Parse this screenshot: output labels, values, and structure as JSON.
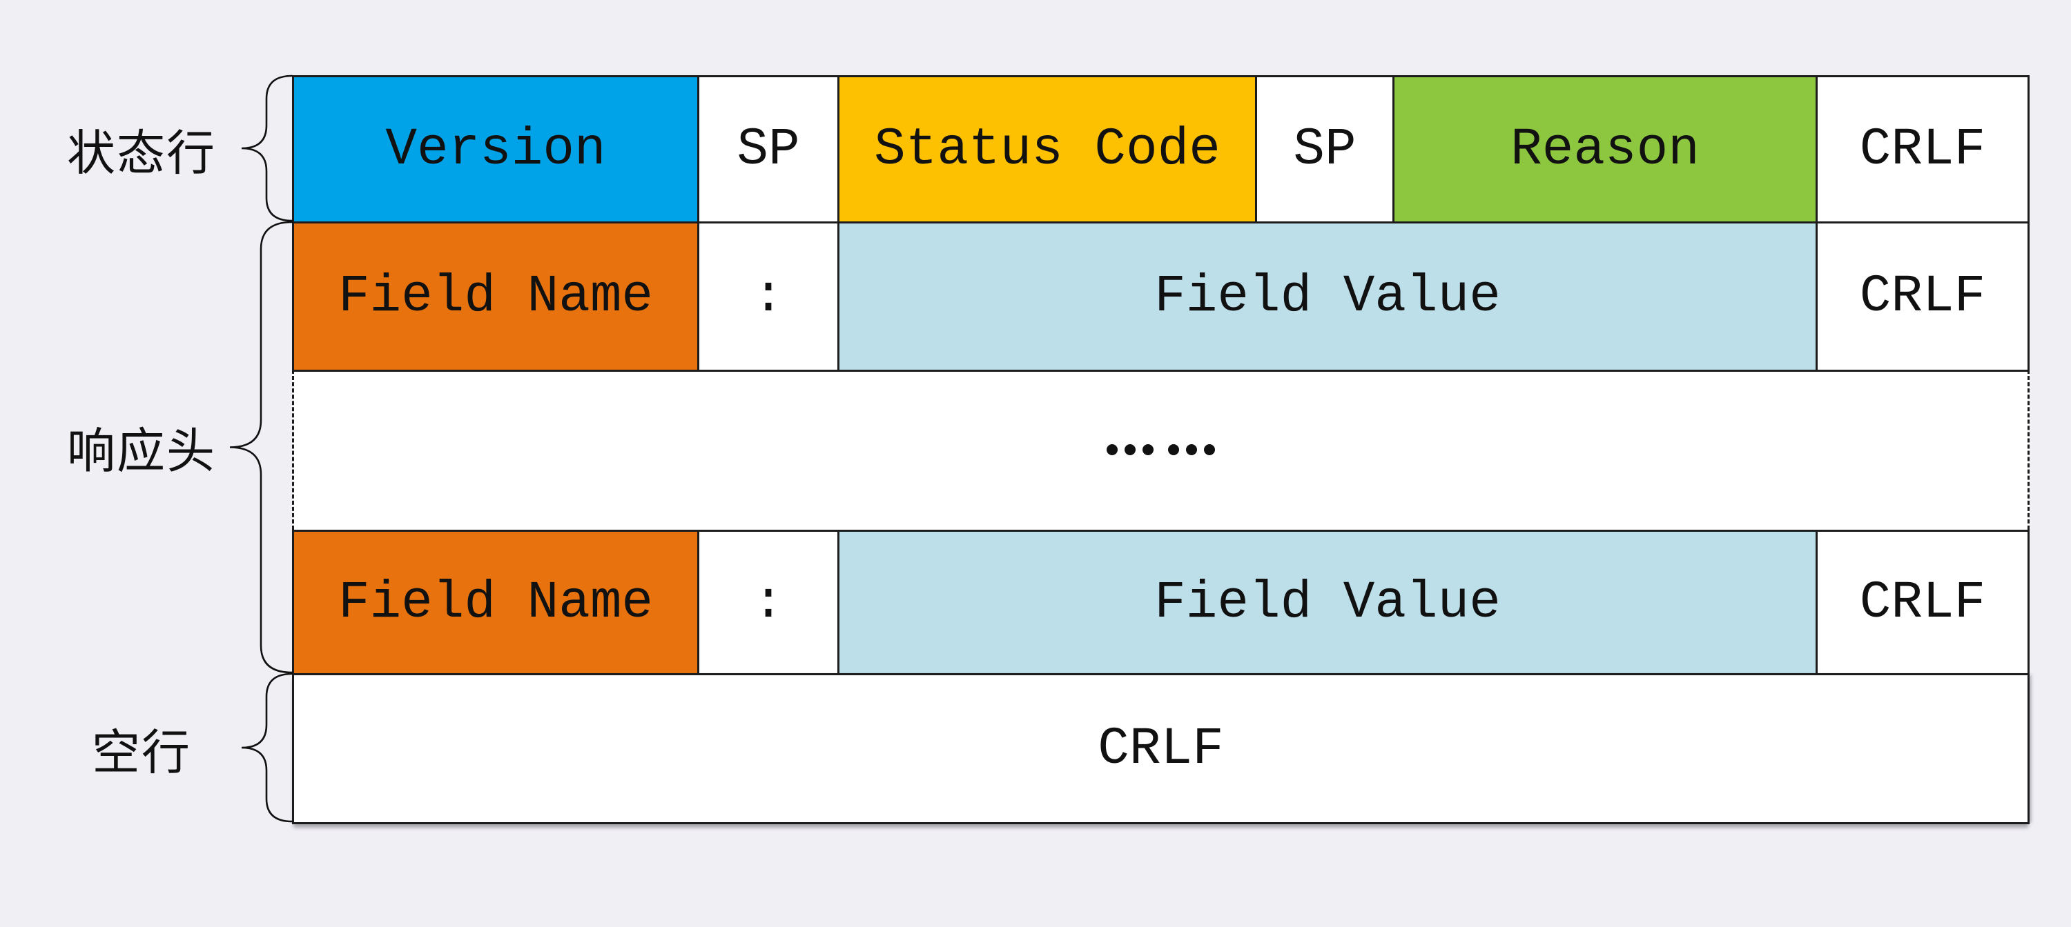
{
  "page_bg": "#F0EFF4",
  "colors": {
    "version_blue": "#00A2E8",
    "status_code_yellow": "#FDC101",
    "reason_green": "#8DC63F",
    "field_name_orange": "#E8730E",
    "field_value_lightblue": "#BCDFEA",
    "cell_white": "#FFFFFF",
    "border": "#1C1C1C",
    "text": "#111111"
  },
  "side_labels": {
    "status_line": "状态行",
    "response_headers": "响应头",
    "blank_line": "空行"
  },
  "cells": {
    "version": "Version",
    "sp1": "SP",
    "status_code": "Status Code",
    "sp2": "SP",
    "reason": "Reason",
    "crlf1": "CRLF",
    "field_name1": "Field Name",
    "colon1": ":",
    "field_value1": "Field Value",
    "crlf2": "CRLF",
    "field_name2": "Field Name",
    "colon2": ":",
    "field_value2": "Field Value",
    "crlf3": "CRLF",
    "blank_crlf": "CRLF"
  },
  "ellipsis": "……"
}
